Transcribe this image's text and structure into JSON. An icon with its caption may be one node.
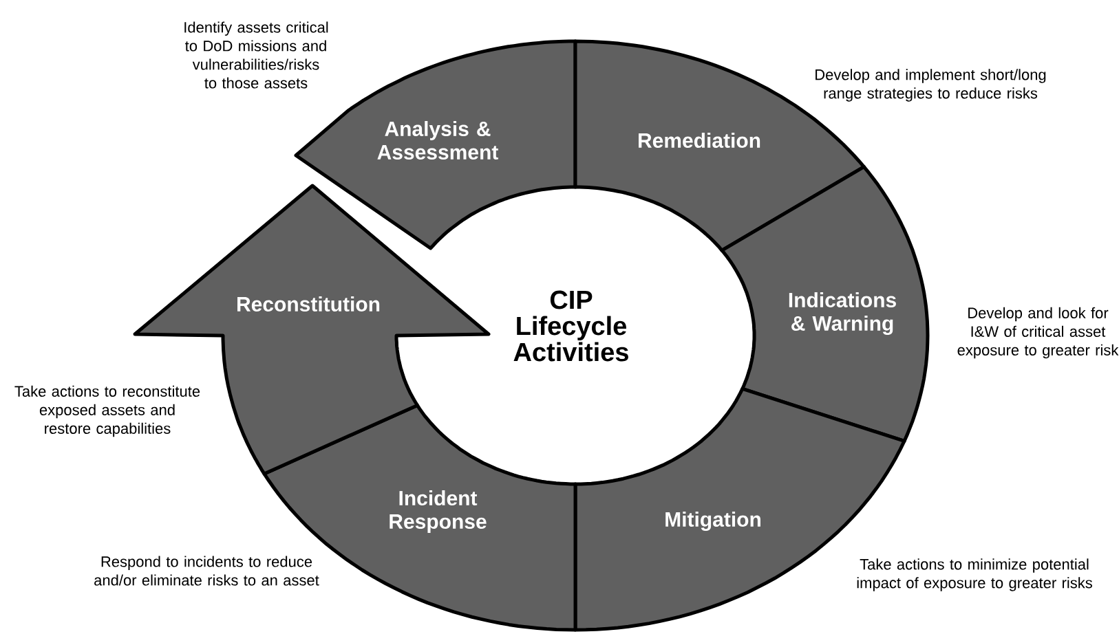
{
  "diagram": {
    "nodes": [
      {
        "text": [
          "Analysis & Assessment"
        ],
        "beside": [
          "Identify assets critical to DoD missions and vulnerabilities/risks to those assets"
        ]
      },
      {
        "text": [
          "Remediation"
        ],
        "beside": [
          "Develop and implement short/long range strategies to reduce risks"
        ]
      },
      {
        "text": [
          "Indications & Warning"
        ],
        "beside": [
          "Develop and look for I&W of critical asset exposure to greater risk"
        ]
      },
      {
        "text": [
          "Mitigation"
        ],
        "beside": [
          "Take actions to minimize potential impact of exposure to greater risks"
        ]
      },
      {
        "text": [
          "Incident Response"
        ],
        "beside": [
          "Respond to incidents to reduce and/or eliminate risks to an asset"
        ]
      },
      {
        "text": [
          "Reconstitution"
        ],
        "beside": [
          "Take actions to reconstitute exposed assets and restore capabilities"
        ]
      }
    ],
    "labels": [
      "CIP Lifecycle Activities"
    ]
  }
}
